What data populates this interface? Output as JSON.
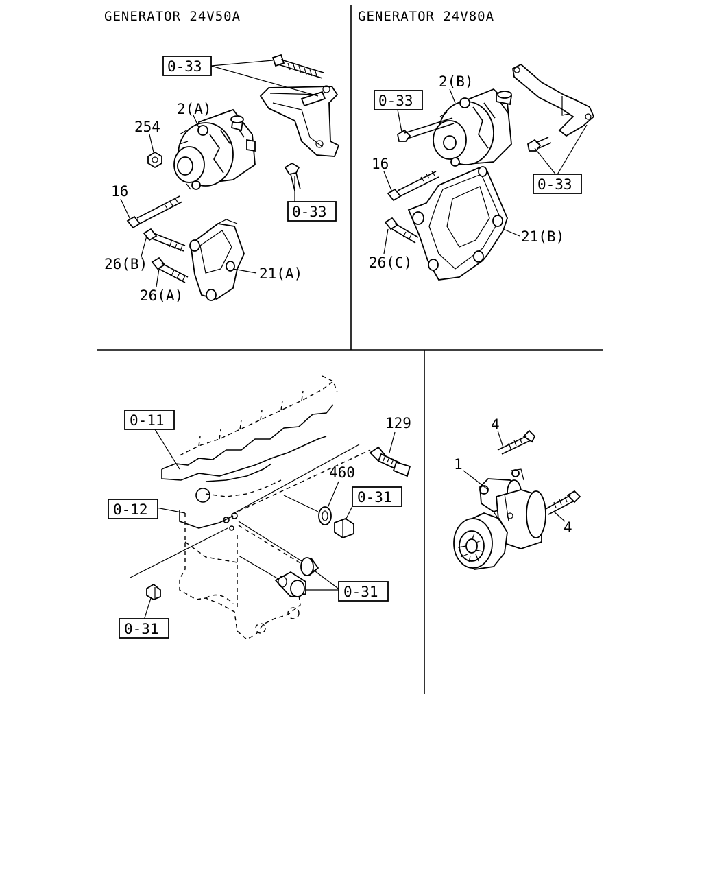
{
  "panels": {
    "gen50": {
      "title": "GENERATOR 24V50A",
      "refs": {
        "top": "0-33",
        "right": "0-33"
      },
      "labels": {
        "alt": "2(A)",
        "nut": "254",
        "bolt_long": "16",
        "bolt_b": "26(B)",
        "bolt_a": "26(A)",
        "bracket": "21(A)"
      }
    },
    "gen80": {
      "title": "GENERATOR 24V80A",
      "refs": {
        "left": "0-33",
        "right": "0-33"
      },
      "labels": {
        "alt": "2(B)",
        "bolt_long": "16",
        "bolt_c": "26(C)",
        "bracket": "21(B)"
      }
    },
    "block": {
      "refs": {
        "block_top": "0-11",
        "block_side": "0-12",
        "plug_upper": "0-31",
        "plug_lower": "0-31",
        "plug_left": "0-31"
      },
      "labels": {
        "sensor": "129",
        "washer": "460"
      }
    },
    "starter": {
      "labels": {
        "starter": "1",
        "bolt_top": "4",
        "bolt_right": "4"
      }
    }
  }
}
